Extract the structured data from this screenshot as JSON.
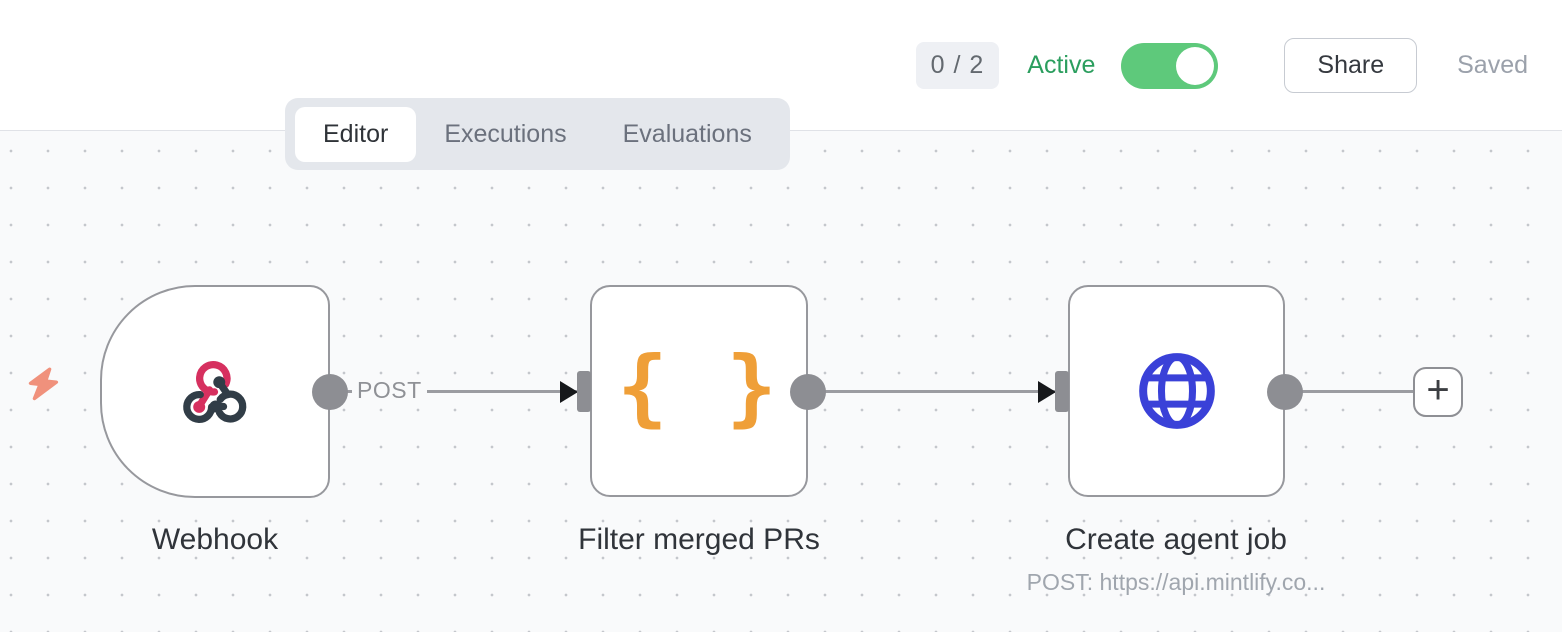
{
  "header": {
    "issue_count": "0 / 2",
    "active_label": "Active",
    "toggle_state": "on",
    "share_label": "Share",
    "save_status": "Saved"
  },
  "tabs": {
    "editor": "Editor",
    "executions": "Executions",
    "evaluations": "Evaluations"
  },
  "workflow": {
    "nodes": [
      {
        "name": "Webhook",
        "icon": "webhook-icon",
        "output_label": "POST"
      },
      {
        "name": "Filter merged PRs",
        "icon": "braces-icon"
      },
      {
        "name": "Create agent job",
        "icon": "globe-icon",
        "subtitle": "POST: https://api.mintlify.co..."
      }
    ],
    "braces_glyph": "{ }",
    "add_node_glyph": "+"
  },
  "colors": {
    "accent_green": "#2b9e5e",
    "toggle_green": "#5ec97b",
    "webhook_crimson": "#d6305f",
    "webhook_slate": "#313d47",
    "braces_orange": "#ef9f38",
    "globe_blue": "#3a41d8",
    "trigger_coral": "#f0917c"
  }
}
